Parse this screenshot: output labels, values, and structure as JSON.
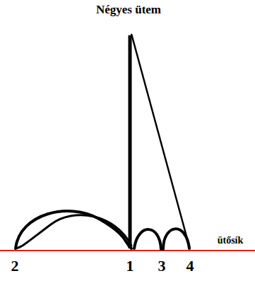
{
  "diagram": {
    "title": "Négyes ütem",
    "labels": [
      "ütősík",
      "2",
      "1",
      "3",
      "4"
    ]
  }
}
